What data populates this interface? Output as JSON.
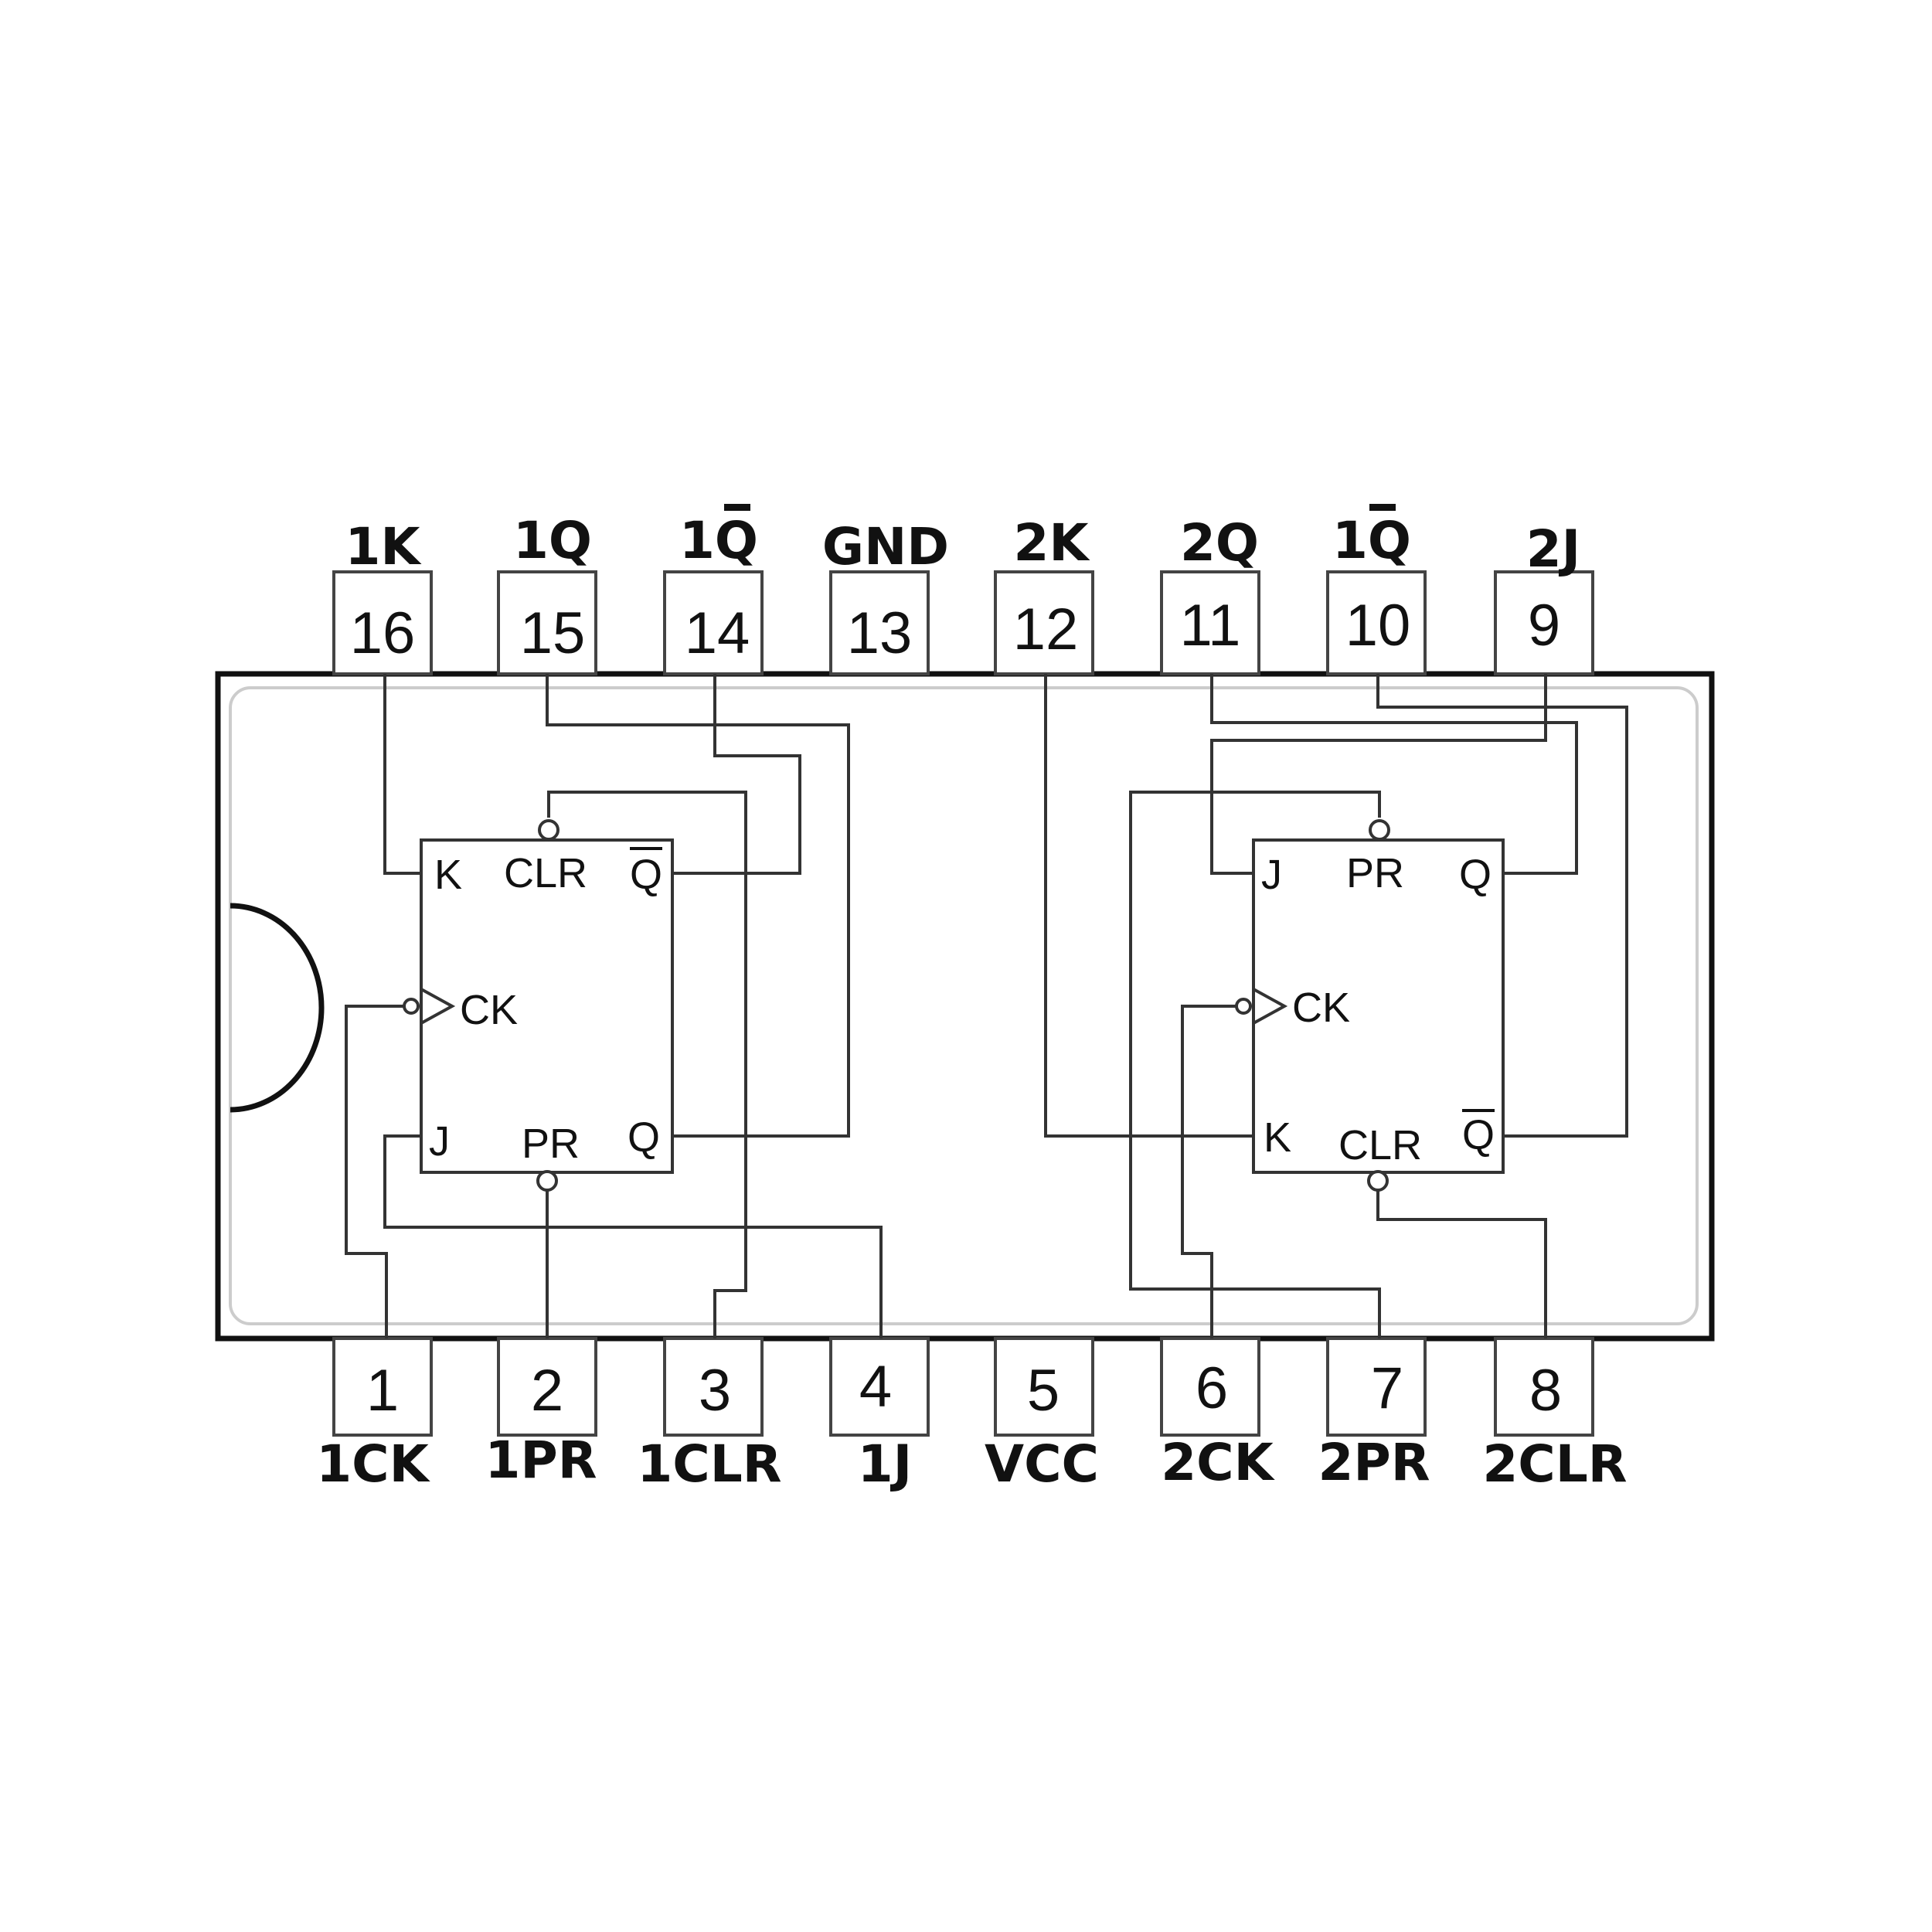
{
  "colors": {
    "background": "#ffffff",
    "ink": "#111111",
    "wire": "#333333"
  },
  "top_pins": [
    {
      "number": "16",
      "label": "1K"
    },
    {
      "number": "15",
      "label": "1Q"
    },
    {
      "number": "14",
      "label": "1Q"
    },
    {
      "number": "13",
      "label": "GND"
    },
    {
      "number": "12",
      "label": "2K"
    },
    {
      "number": "11",
      "label": "2Q"
    },
    {
      "number": "10",
      "label": "1Q"
    },
    {
      "number": "9",
      "label": "2J"
    }
  ],
  "bottom_pins": [
    {
      "number": "1",
      "label": "1CK"
    },
    {
      "number": "2",
      "label": "1PR"
    },
    {
      "number": "3",
      "label": "1CLR"
    },
    {
      "number": "4",
      "label": "1J"
    },
    {
      "number": "5",
      "label": "VCC"
    },
    {
      "number": "6",
      "label": "2CK"
    },
    {
      "number": "7",
      "label": "2PR"
    },
    {
      "number": "8",
      "label": "2CLR"
    }
  ],
  "flipflop1": {
    "k": "K",
    "clr": "CLR",
    "qbar": "Q",
    "ck": "CK",
    "j": "J",
    "pr": "PR",
    "q": "Q"
  },
  "flipflop2": {
    "j": "J",
    "pr": "PR",
    "q": "Q",
    "ck": "CK",
    "k": "K",
    "clr": "CLR",
    "qbar": "Q"
  }
}
